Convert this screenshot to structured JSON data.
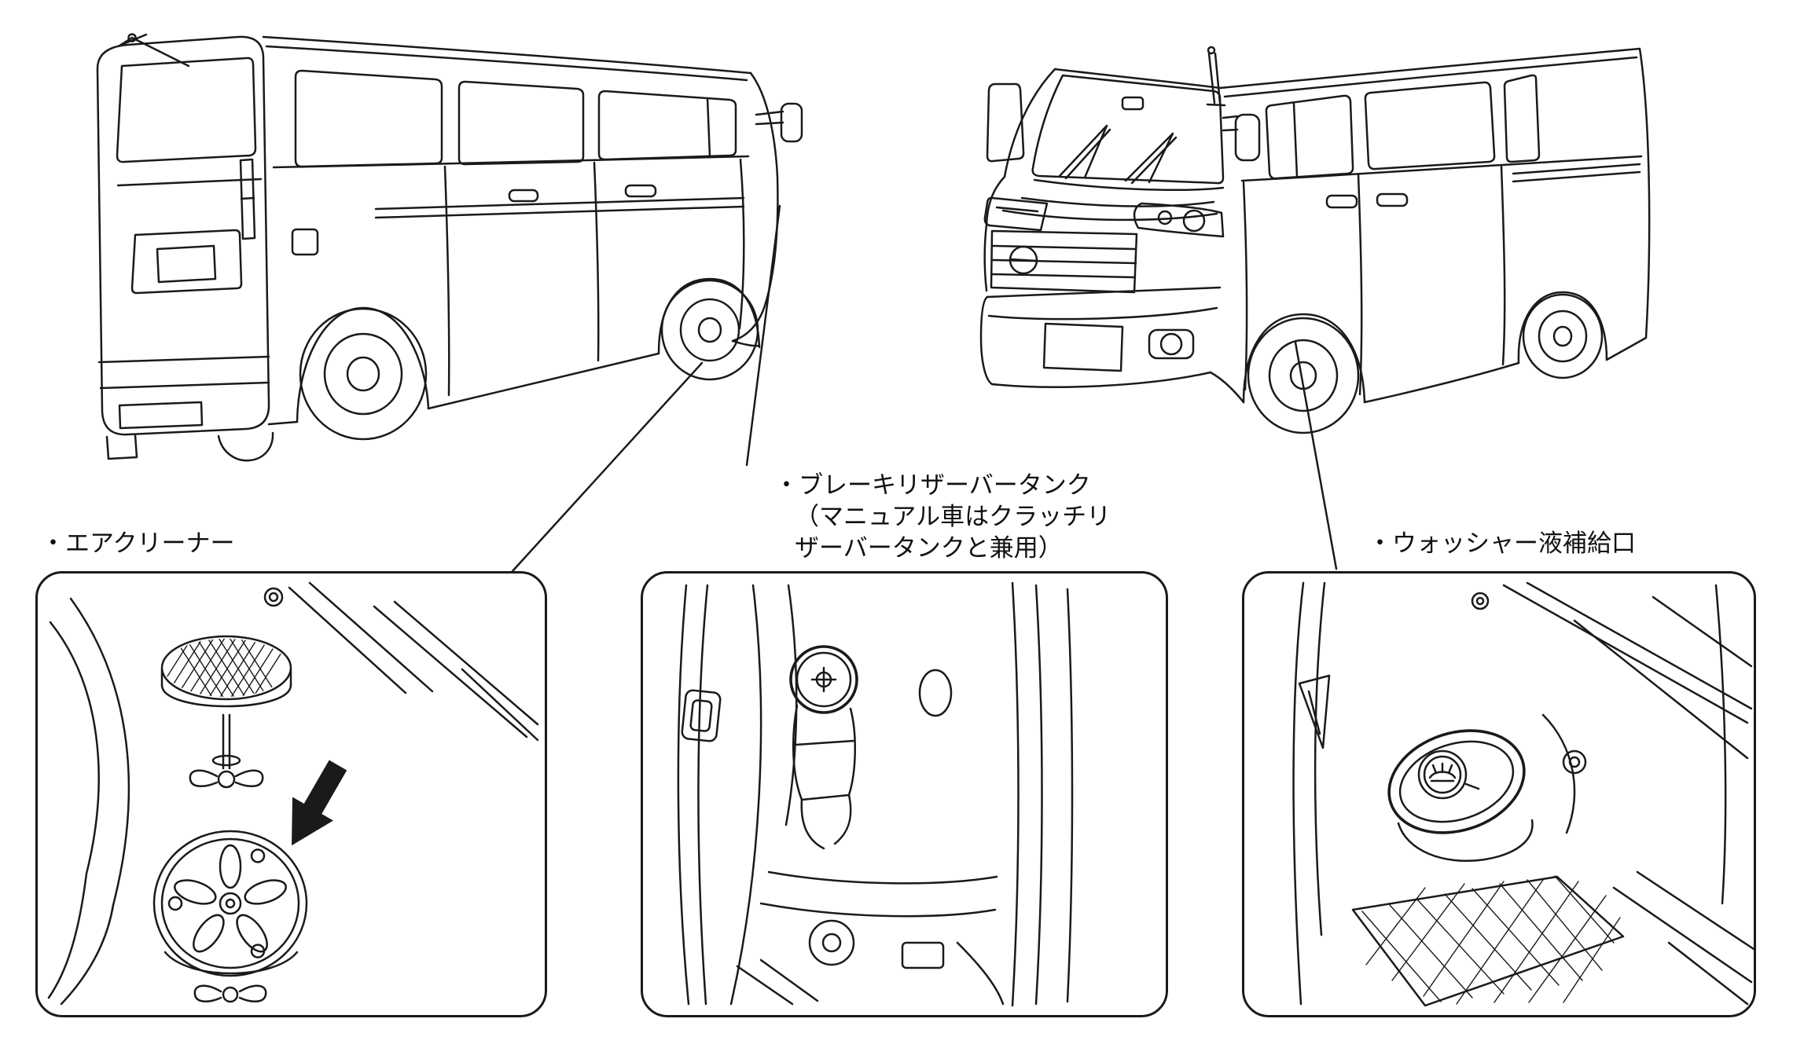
{
  "labels": {
    "air_cleaner": "・エアクリーナー",
    "brake_reservoir_line1": "・ブレーキリザーバータンク",
    "brake_reservoir_line2": "（マニュアル車はクラッチリ",
    "brake_reservoir_line3": "ザーバータンクと兼用）",
    "washer_fluid": "・ウォッシャー液補給口"
  },
  "colors": {
    "line": "#1a1a1a",
    "background": "#ffffff"
  }
}
